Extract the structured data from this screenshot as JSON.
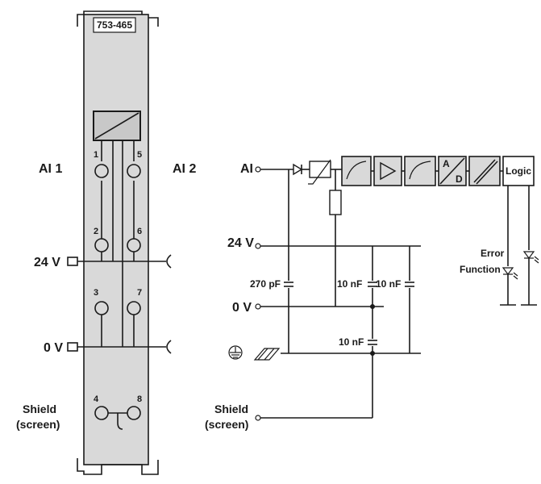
{
  "module": {
    "part_number": "753-465"
  },
  "left_labels": {
    "ai1": "AI 1",
    "ai2": "AI 2",
    "v24": "24 V",
    "v0": "0 V",
    "shield": "Shield",
    "screen": "(screen)"
  },
  "pins": [
    "1",
    "2",
    "3",
    "4",
    "5",
    "6",
    "7",
    "8"
  ],
  "circuit": {
    "ai": "AI",
    "v24": "24 V",
    "v0": "0 V",
    "shield": "Shield",
    "screen": "(screen)",
    "cap_270": "270 pF",
    "cap_10a": "10 nF",
    "cap_10b": "10 nF",
    "cap_10c": "10 nF",
    "logic": "Logic",
    "ad_a": "A",
    "ad_d": "D",
    "error": "Error",
    "function": "Function"
  },
  "colors": {
    "line": "#1a1a1a",
    "module_fill": "#d9d9d9",
    "block_fill": "#d9d9d9"
  }
}
